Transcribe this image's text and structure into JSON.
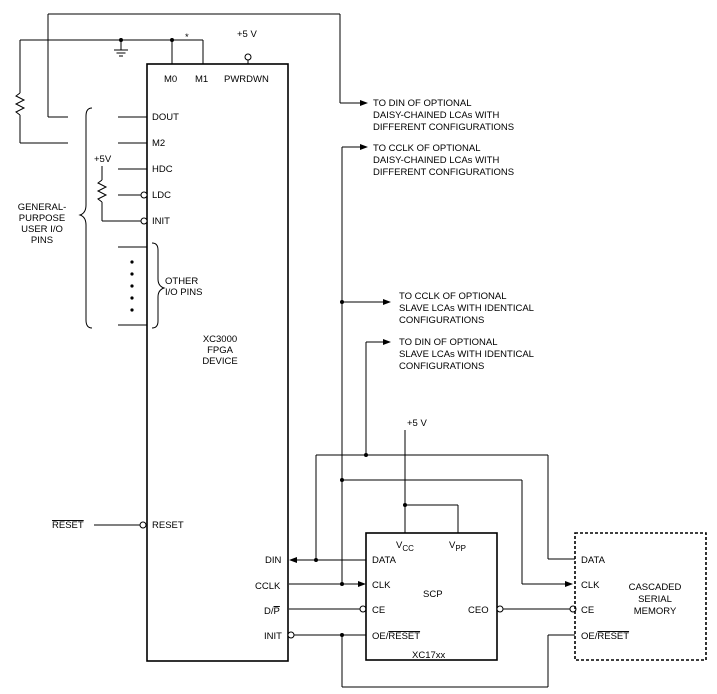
{
  "fpga": {
    "pins_top": [
      "M0",
      "M1",
      "PWRDWN"
    ],
    "pins_left": [
      "DOUT",
      "M2",
      "HDC",
      "LDC",
      "INIT",
      "RESET"
    ],
    "pins_right": [
      "DIN",
      "CCLK",
      "D/P",
      "INIT"
    ],
    "name": [
      "XC3000",
      "FPGA",
      "DEVICE"
    ],
    "star": "*"
  },
  "power": {
    "top": "+5 V",
    "small": "+5V",
    "scp": "+5 V"
  },
  "gp_label": [
    "GENERAL-",
    "PURPOSE",
    "USER I/O",
    "PINS"
  ],
  "other_label": [
    "OTHER",
    "I/O PINS"
  ],
  "reset_ext": "RESET",
  "notes": {
    "n1": [
      "TO DIN OF OPTIONAL",
      "DAISY-CHAINED LCAs WITH",
      "DIFFERENT CONFIGURATIONS"
    ],
    "n2": [
      "TO CCLK OF OPTIONAL",
      "DAISY-CHAINED LCAs WITH",
      "DIFFERENT CONFIGURATIONS"
    ],
    "n3": [
      "TO CCLK OF OPTIONAL",
      "SLAVE LCAs WITH IDENTICAL",
      "CONFIGURATIONS"
    ],
    "n4": [
      "TO DIN OF OPTIONAL",
      "SLAVE LCAs WITH IDENTICAL",
      "CONFIGURATIONS"
    ]
  },
  "scp": {
    "vcc_main": "V",
    "vcc_sub": "CC",
    "vpp_main": "V",
    "vpp_sub": "PP",
    "pins": [
      "DATA",
      "CLK",
      "CE",
      "OE/RESET",
      "CEO"
    ],
    "name": "SCP",
    "part": "XC17xx"
  },
  "memory": {
    "pins": [
      "DATA",
      "CLK",
      "CE",
      "OE/RESET"
    ],
    "name": [
      "CASCADED",
      "SERIAL",
      "MEMORY"
    ]
  }
}
